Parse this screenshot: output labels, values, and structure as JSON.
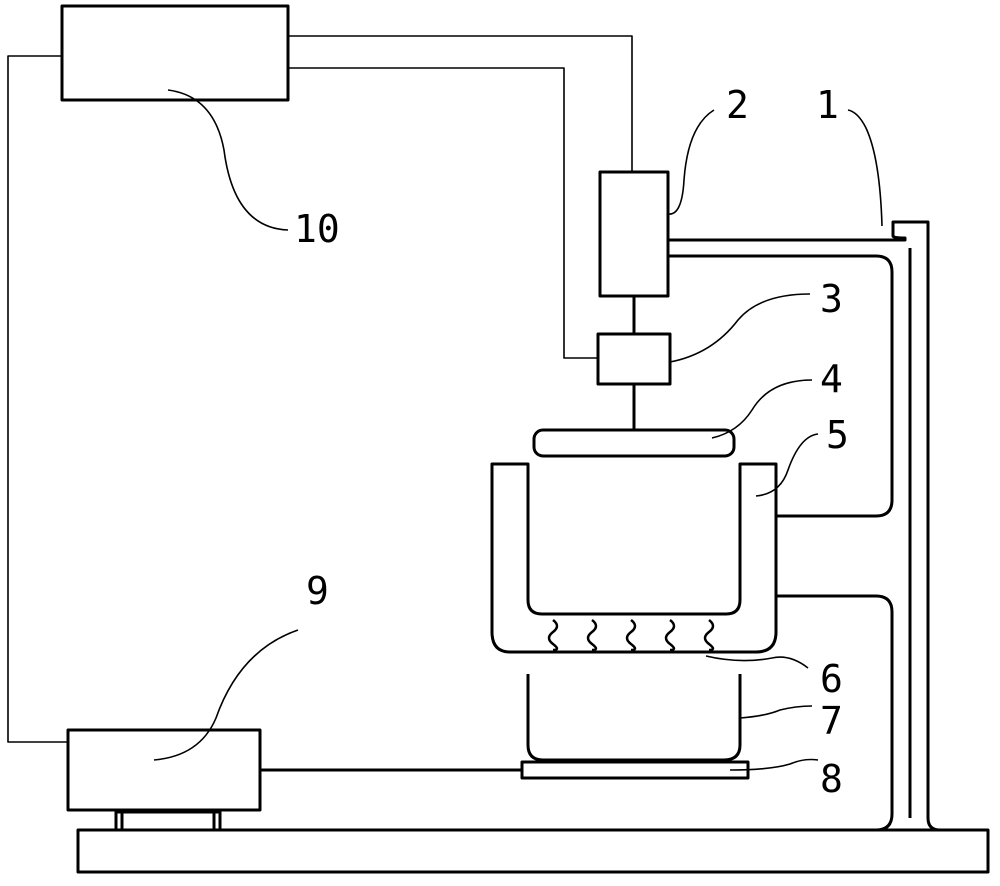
{
  "labels": {
    "frame": "1",
    "motor": "2",
    "coupling": "3",
    "pressing_plate": "4",
    "outer_vessel": "5",
    "heating_element": "6",
    "inner_container": "7",
    "support_plate": "8",
    "base_unit": "9",
    "control_box": "10"
  },
  "colors": {
    "stroke": "#000000",
    "background": "#ffffff"
  }
}
